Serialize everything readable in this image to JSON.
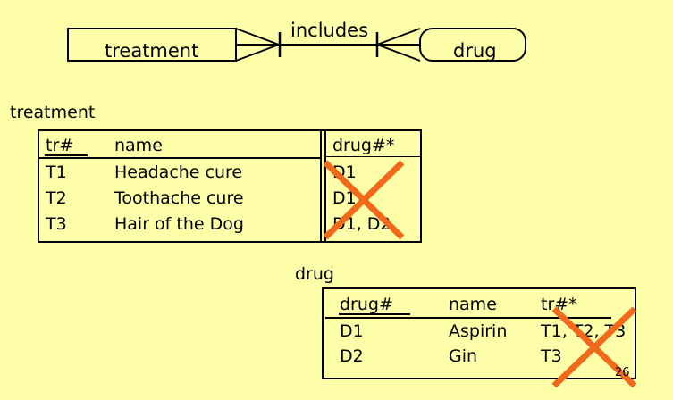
{
  "slide": {
    "background_color": "#ffffaa",
    "page_number": "26",
    "strike_color": "#f2691c"
  },
  "er_diagram": {
    "entity_left": {
      "label": "treatment",
      "shape": "rectangle"
    },
    "entity_right": {
      "label": "drug",
      "shape": "rounded-rectangle"
    },
    "relationship": {
      "label": "includes",
      "left_cardinality": "many (crow's foot) with one tick",
      "right_cardinality": "many (crow's foot) with one tick"
    }
  },
  "treatment_table": {
    "caption": "treatment",
    "headers": [
      "tr#",
      "name"
    ],
    "side_header": "drug#*",
    "underlined_header": "tr#",
    "rows": [
      {
        "tr": "T1",
        "name": "Headache cure",
        "drug": "D1"
      },
      {
        "tr": "T2",
        "name": "Toothache cure",
        "drug": "D1"
      },
      {
        "tr": "T3",
        "name": "Hair of the Dog",
        "drug": "D1, D2"
      }
    ],
    "struck_out_column": "drug#*"
  },
  "drug_table": {
    "caption": "drug",
    "headers": [
      "drug#",
      "name",
      "tr#*"
    ],
    "underlined_header": "drug#",
    "rows": [
      {
        "drug": "D1",
        "name": "Aspirin",
        "tr": "T1, T2, T3"
      },
      {
        "drug": "D2",
        "name": "Gin",
        "tr": "T3"
      }
    ],
    "struck_out_column": "tr#*"
  }
}
